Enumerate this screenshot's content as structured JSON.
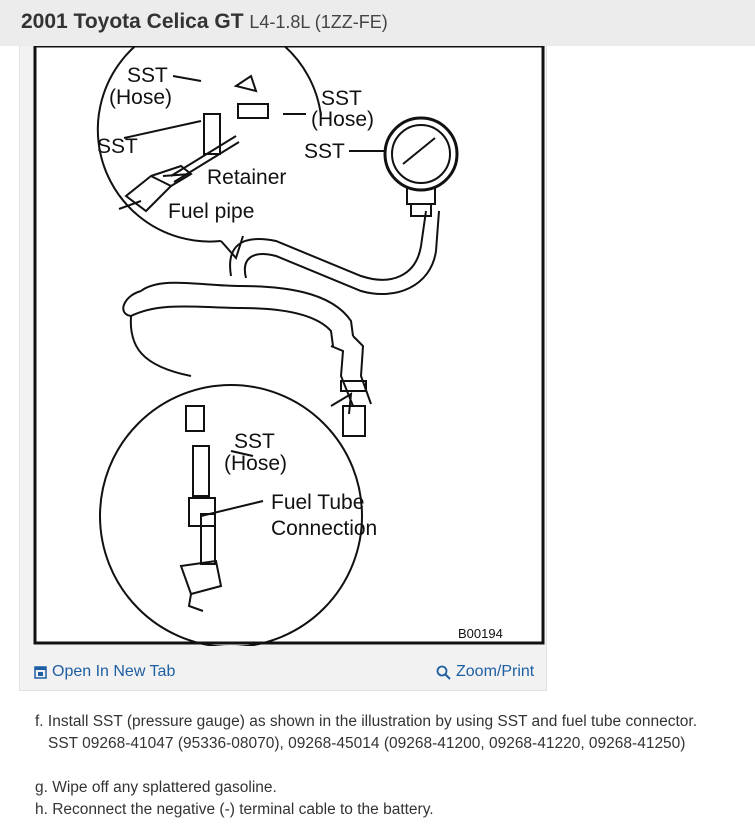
{
  "header": {
    "vehicle": "2001 Toyota Celica GT",
    "engine": "L4-1.8L (1ZZ-FE)"
  },
  "diagram": {
    "labels": {
      "sst_hose_top": [
        "SST",
        "(Hose)"
      ],
      "sst_top": "SST",
      "retainer": "Retainer",
      "fuel_pipe": "Fuel pipe",
      "sst_hose_right": [
        "SST",
        "(Hose)"
      ],
      "sst_gauge": "SST",
      "sst_hose_bottom": [
        "SST",
        "(Hose)"
      ],
      "fuel_tube_connection": [
        "Fuel Tube",
        "Connection"
      ],
      "figure_code": "B00194"
    }
  },
  "toolbar": {
    "open_new_tab": "Open In New Tab",
    "zoom_print": "Zoom/Print"
  },
  "steps": {
    "f": "f. Install SST (pressure gauge) as shown in the illustration by using SST and fuel tube connector.",
    "f_parts": "SST 09268-41047 (95336-08070), 09268-45014 (09268-41200, 09268-41220, 09268-41250)",
    "g": "g. Wipe off any splattered gasoline.",
    "h": "h. Reconnect the negative (-) terminal cable to the battery."
  },
  "colors": {
    "link": "#1e5ea3",
    "header_bg": "#ececec",
    "frame_bg": "#f2f2f2"
  }
}
